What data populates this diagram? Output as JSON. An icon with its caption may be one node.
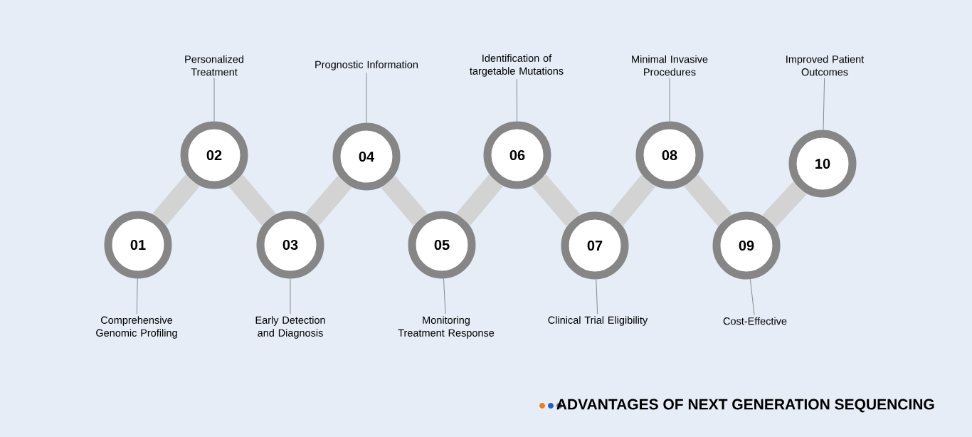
{
  "diagram": {
    "title": "ADVANTAGES OF NEXT GENERATION SEQUENCING",
    "nodes": [
      {
        "text": [
          "01"
        ]
      },
      {
        "text": [
          "02"
        ]
      },
      {
        "text": [
          "03"
        ]
      },
      {
        "text": [
          "04"
        ]
      },
      {
        "text": [
          "05"
        ]
      },
      {
        "text": [
          "06"
        ]
      },
      {
        "text": [
          "07"
        ]
      },
      {
        "text": [
          "08"
        ]
      },
      {
        "text": [
          "09"
        ]
      },
      {
        "text": [
          "10"
        ]
      },
      {
        "text": [
          "Comprehensive Genomic Profiling"
        ]
      },
      {
        "text": [
          "Personalized Treatment"
        ]
      },
      {
        "text": [
          "Early Detection and Diagnosis"
        ]
      },
      {
        "text": [
          "Prognostic Information"
        ]
      },
      {
        "text": [
          "Monitoring Treatment Response"
        ]
      },
      {
        "text": [
          "Identification of targetable Mutations"
        ]
      },
      {
        "text": [
          "Clinical Trial Eligibility"
        ]
      },
      {
        "text": [
          "Minimal Invasive Procedures"
        ]
      },
      {
        "text": [
          "Cost-Effective"
        ]
      },
      {
        "text": [
          "Improved Patient Outcomes"
        ]
      }
    ],
    "edges": [
      {
        "from": 0,
        "to": 1,
        "arrow": "none",
        "style": "thick",
        "color": "#d3d3d3"
      },
      {
        "from": 1,
        "to": 2,
        "arrow": "none",
        "style": "thick",
        "color": "#d3d3d3"
      },
      {
        "from": 2,
        "to": 3,
        "arrow": "none",
        "style": "thick",
        "color": "#d3d3d3"
      },
      {
        "from": 3,
        "to": 4,
        "arrow": "none",
        "style": "thick",
        "color": "#d3d3d3"
      },
      {
        "from": 4,
        "to": 5,
        "arrow": "none",
        "style": "thick",
        "color": "#d3d3d3"
      },
      {
        "from": 5,
        "to": 6,
        "arrow": "none",
        "style": "thick",
        "color": "#d3d3d3"
      },
      {
        "from": 6,
        "to": 7,
        "arrow": "none",
        "style": "thick",
        "color": "#d3d3d3"
      },
      {
        "from": 7,
        "to": 8,
        "arrow": "none",
        "style": "thick",
        "color": "#d3d3d3"
      },
      {
        "from": 8,
        "to": 9,
        "arrow": "none",
        "style": "thick",
        "color": "#d3d3d3"
      },
      {
        "from": 10,
        "to": 0,
        "arrow": "none"
      },
      {
        "from": 11,
        "to": 1,
        "arrow": "none"
      },
      {
        "from": 12,
        "to": 2,
        "arrow": "none"
      },
      {
        "from": 13,
        "to": 3,
        "arrow": "none"
      },
      {
        "from": 14,
        "to": 4,
        "arrow": "none"
      },
      {
        "from": 15,
        "to": 5,
        "arrow": "none"
      },
      {
        "from": 16,
        "to": 6,
        "arrow": "none"
      },
      {
        "from": 17,
        "to": 7,
        "arrow": "none"
      },
      {
        "from": 18,
        "to": 8,
        "arrow": "none"
      },
      {
        "from": 19,
        "to": 9,
        "arrow": "none"
      }
    ]
  }
}
